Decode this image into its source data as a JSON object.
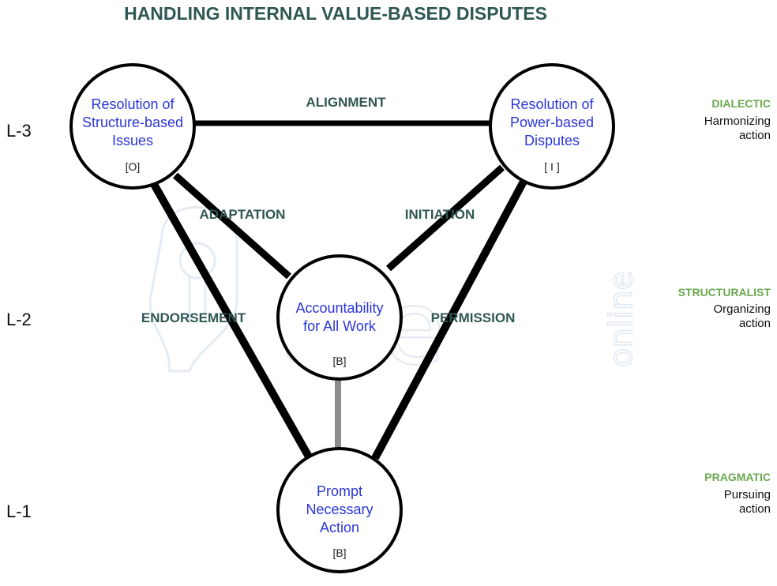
{
  "title": "HANDLING INTERNAL VALUE-BASED DISPUTES",
  "levels": {
    "l3": "L-3",
    "l2": "L-2",
    "l1": "L-1"
  },
  "nodes": {
    "structure": {
      "lines": [
        "Resolution of",
        "Structure-based",
        "Issues"
      ],
      "code": "[O]"
    },
    "power": {
      "lines": [
        "Resolution of",
        "Power-based",
        "Disputes"
      ],
      "code": "[ I ]"
    },
    "accountability": {
      "lines": [
        "Accountability",
        "for All Work"
      ],
      "code": "[B]"
    },
    "prompt": {
      "lines": [
        "Prompt",
        "Necessary",
        "Action"
      ],
      "code": "[B]"
    }
  },
  "edges": {
    "alignment": "ALIGNMENT",
    "adaptation": "ADAPTATION",
    "initiation": "INITIATION",
    "endorsement": "ENDORSEMENT",
    "permission": "PERMISSION"
  },
  "sidebar": {
    "dialectic": {
      "head": "DIALECTIC",
      "sub1": "Harmonizing",
      "sub2": "action"
    },
    "structuralist": {
      "head": "STRUCTURALIST",
      "sub1": "Organizing",
      "sub2": "action"
    },
    "pragmatic": {
      "head": "PRAGMATIC",
      "sub1": "Pursuing",
      "sub2": "action"
    }
  },
  "watermark": {
    "text": "the",
    "sub": "online"
  },
  "colors": {
    "title": "#2f5753",
    "edge_label": "#2f5753",
    "node_text": "#2b36d9",
    "side_head": "#6aa84f",
    "main_edge": "#000000",
    "minor_edge": "#8c8c8c"
  }
}
